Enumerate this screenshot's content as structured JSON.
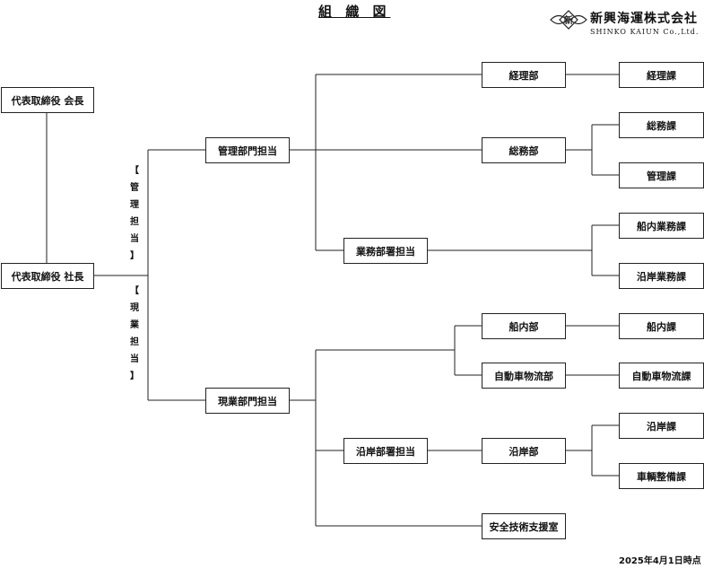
{
  "title": "組 織 図",
  "company": {
    "name": "新興海運株式会社",
    "name_en": "SHINKO KAIUN Co.,Ltd.",
    "emblem_char": "新"
  },
  "labels": {
    "kanri": [
      "【",
      "管",
      "理",
      "担",
      "当",
      "】"
    ],
    "genba": [
      "【",
      "現",
      "業",
      "担",
      "当",
      "】"
    ]
  },
  "boxes": {
    "chairman": "代表取締役 会長",
    "president": "代表取締役 社長",
    "kanri_dept": "管理部門担当",
    "genba_dept": "現業部門担当",
    "keiri_bu": "経理部",
    "soumu_bu": "総務部",
    "gyomu_busho": "業務部署担当",
    "keiri_ka": "経理課",
    "soumu_ka": "総務課",
    "kanri_ka": "管理課",
    "sennai_gyomu_ka": "船内業務課",
    "engan_gyomu_ka": "沿岸業務課",
    "sennai_bu": "船内部",
    "jidosha_bu": "自動車物流部",
    "engan_busho": "沿岸部署担当",
    "engan_bu": "沿岸部",
    "anzen": "安全技術支援室",
    "sennai_ka": "船内課",
    "jidosha_ka": "自動車物流課",
    "engan_ka": "沿岸課",
    "sharyo_ka": "車輌整備課"
  },
  "date": "2025年4月1日時点"
}
